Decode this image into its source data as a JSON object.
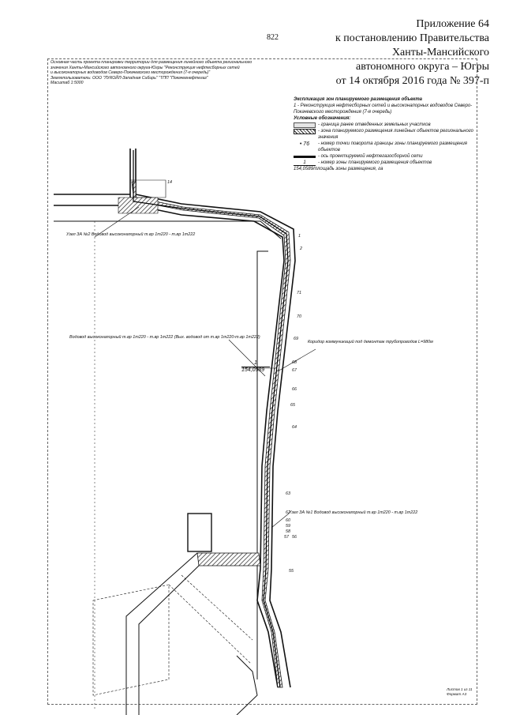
{
  "header": {
    "line1": "Приложение 64",
    "line2": "к постановлению Правительства",
    "line3": "Ханты-Мансийского",
    "line4": "автономного округа – Югры",
    "line5": "от 14 октября 2016 года № 397-п"
  },
  "page_number": "822",
  "info": {
    "line1": "Основная часть проекта планировки территории для размещения линейного объекта регионального",
    "line2": "значения Ханты-Мансийского автономного округа-Югры \"Реконструкция нефтесборных сетей",
    "line3": "и высоконапорных водоводов Северо-Покачевского месторождения (7-я очередь)\"",
    "line4": "Землепользователь: ООО \"ЛУКОЙЛ-Западная Сибирь\" \"ТПП \"Покачевнефтегаз\"",
    "line5": "Масштаб 1:5000"
  },
  "legend": {
    "explication_title": "Экспликация зон планируемого размещения объекта",
    "explication_item": "1 - Реконструкция нефтесборных сетей и высоконапорных водоводов Северо-Покачевского месторождения (7-я очередь)",
    "symbols_title": "Условные обозначения:",
    "items": [
      {
        "symbol": "gray",
        "text": "- граница ранее отведенных земельных участков"
      },
      {
        "symbol": "hatch",
        "text": "- зона планируемого размещения линейных объектов регионального значения"
      },
      {
        "symbol": "dot",
        "mark": "• 76",
        "text": "- номер точки поворота границы зоны планируемого размещения объектов"
      },
      {
        "symbol": "axis",
        "text": "- ось проектируемой нефтегазосборной сети"
      },
      {
        "symbol": "frac",
        "text": "- номер зоны планируемого размещения объектов"
      }
    ],
    "frac_top": "1",
    "frac_bottom": "154,0589",
    "frac_tail": "/площадь зоны размещения, га"
  },
  "map_labels": {
    "uzel2": "Узел ЗА №2 Водовод высоконапорный т.вр 1т220 - т.вр 1т222",
    "vodovod": "Водовод высоконапорный т.вр 1т220 - т.вр 1т222 (Вых. водовод от т.вр 1т220-т.вр 1т222)",
    "koridor": "Коридор коммуникаций под демонтаж трубопроводов L=980м",
    "uzel1": "Узел ЗА №1 Водовод высоконапорный т.вр 1т220 - т.вр 1т222"
  },
  "zone": {
    "number": "1",
    "area": "154,0589"
  },
  "points": [
    "14",
    "1",
    "2",
    "71",
    "70",
    "69",
    "68",
    "67",
    "66",
    "65",
    "64",
    "63",
    "62",
    "60",
    "59",
    "58",
    "57",
    "56",
    "55"
  ],
  "footer": {
    "line1": "Листов 1 из 11",
    "line2": "Формат А3"
  }
}
